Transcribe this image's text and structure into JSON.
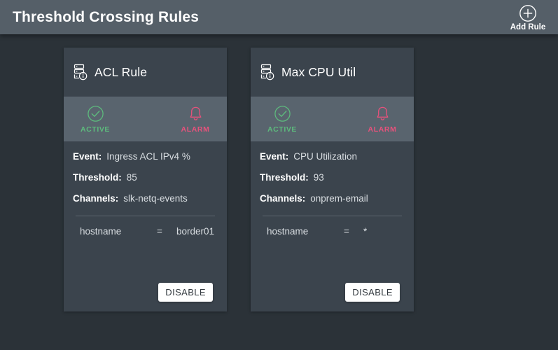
{
  "header": {
    "title": "Threshold Crossing Rules",
    "add_rule": {
      "label": "Add Rule",
      "icon": "plus-circle-icon"
    }
  },
  "colors": {
    "page_background": "#2b3238",
    "topbar_background": "#555f68",
    "card_background": "#3b444d",
    "status_strip_background": "#59646e",
    "active_green": "#5dba7d",
    "alarm_pink": "#e8527c",
    "button_background": "#ffffff",
    "button_text": "#33393f"
  },
  "labels": {
    "event": "Event:",
    "threshold": "Threshold:",
    "channels": "Channels:",
    "disable": "DISABLE",
    "active": "ACTIVE",
    "alarm": "ALARM"
  },
  "cards": [
    {
      "title": "ACL Rule",
      "icon": "server-info-icon",
      "status": {
        "active_icon": "check-circle-icon",
        "active_label": "ACTIVE",
        "alarm_icon": "bell-icon",
        "alarm_label": "ALARM"
      },
      "event": "Ingress ACL IPv4 %",
      "threshold": "85",
      "channels": "slk-netq-events",
      "filter": {
        "key": "hostname",
        "operator": "=",
        "value": "border01"
      },
      "action_label": "DISABLE"
    },
    {
      "title": "Max CPU Util",
      "icon": "server-info-icon",
      "status": {
        "active_icon": "check-circle-icon",
        "active_label": "ACTIVE",
        "alarm_icon": "bell-icon",
        "alarm_label": "ALARM"
      },
      "event": "CPU Utilization",
      "threshold": "93",
      "channels": "onprem-email",
      "filter": {
        "key": "hostname",
        "operator": "=",
        "value": "*"
      },
      "action_label": "DISABLE"
    }
  ]
}
